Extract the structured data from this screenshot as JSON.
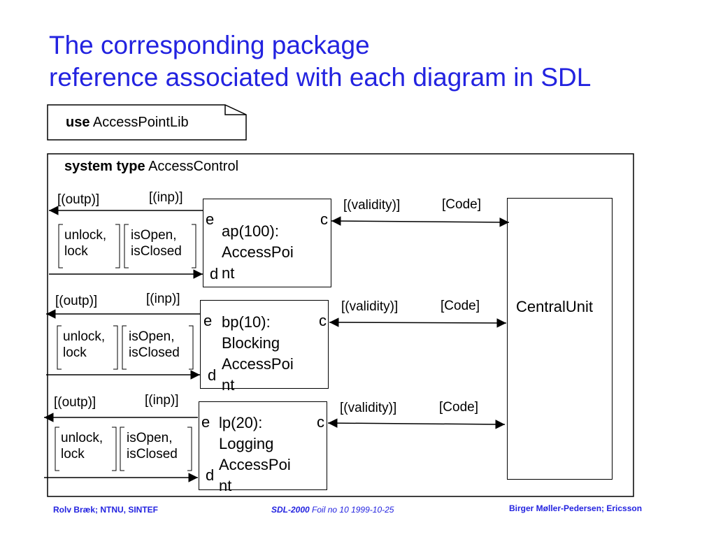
{
  "title": {
    "line1": "The corresponding package",
    "line2": "reference associated with each diagram in SDL"
  },
  "package_ref": {
    "keyword": "use",
    "name": "AccessPointLib"
  },
  "system": {
    "keyword": "system type",
    "name": "AccessControl"
  },
  "channels_left": [
    {
      "outp": "[(outp)]",
      "inp": "[(inp)]",
      "out_signals": [
        "unlock,",
        "lock"
      ],
      "in_signals": [
        "isOpen,",
        "isClosed"
      ]
    },
    {
      "outp": "[(outp)]",
      "inp": "[(inp)]",
      "out_signals": [
        "unlock,",
        "lock"
      ],
      "in_signals": [
        "isOpen,",
        "isClosed"
      ]
    },
    {
      "outp": "[(outp)]",
      "inp": "[(inp)]",
      "out_signals": [
        "unlock,",
        "lock"
      ],
      "in_signals": [
        "isOpen,",
        "isClosed"
      ]
    }
  ],
  "blocks": [
    {
      "lines": [
        "ap(100):",
        "AccessPoi",
        "nt"
      ],
      "gate_e": "e",
      "gate_c": "c",
      "gate_d": "d"
    },
    {
      "lines": [
        "bp(10):",
        "Blocking",
        "AccessPoi",
        "nt"
      ],
      "gate_e": "e",
      "gate_c": "c",
      "gate_d": "d"
    },
    {
      "lines": [
        "lp(20):",
        "Logging",
        "AccessPoi",
        "nt"
      ],
      "gate_e": "e",
      "gate_c": "c",
      "gate_d": "d"
    }
  ],
  "channels_right": [
    {
      "validity": "[(validity)]",
      "code": "[Code]"
    },
    {
      "validity": "[(validity)]",
      "code": "[Code]"
    },
    {
      "validity": "[(validity)]",
      "code": "[Code]"
    }
  ],
  "central_unit": "CentralUnit",
  "footer": {
    "left": "Rolv Bræk;  NTNU, SINTEF",
    "center_bold": "SDL-2000",
    "center_rest": "Foil no 10 1999-10-25",
    "right": "Birger Møller-Pedersen;  Ericsson"
  }
}
